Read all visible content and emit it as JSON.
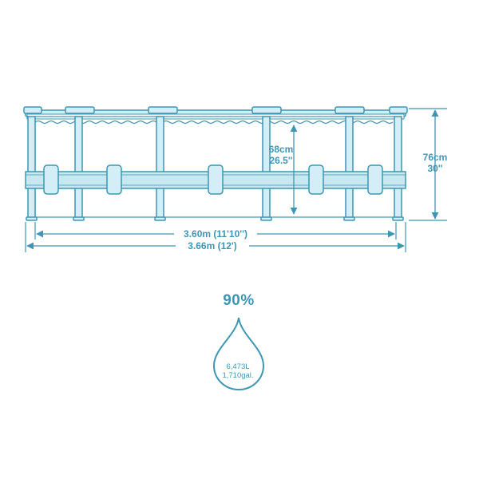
{
  "pool": {
    "depth_water_line1": "68cm",
    "depth_water_line2": "26.5''",
    "height_line1": "76cm",
    "height_line2": "30''",
    "inner_width": "3.60m (11'10'')",
    "outer_width": "3.66m (12')"
  },
  "fill": {
    "percent": "90%",
    "volume_liters": "6,473L",
    "volume_gallons": "1,710gal."
  },
  "colors": {
    "line": "#3d97b4",
    "frame_fill": "#d3eef6",
    "belt_fill": "#c7e7f1"
  }
}
